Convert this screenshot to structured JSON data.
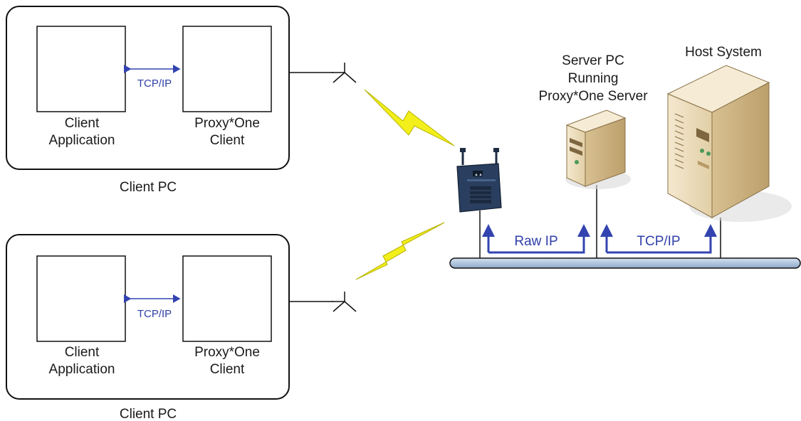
{
  "client_pcs": [
    {
      "app_label_1": "Client",
      "app_label_2": "Application",
      "proxy_label_1": "Proxy*One",
      "proxy_label_2": "Client",
      "link_label": "TCP/IP",
      "pc_label": "Client PC"
    },
    {
      "app_label_1": "Client",
      "app_label_2": "Application",
      "proxy_label_1": "Proxy*One",
      "proxy_label_2": "Client",
      "link_label": "TCP/IP",
      "pc_label": "Client PC"
    }
  ],
  "server": {
    "label_1": "Server PC",
    "label_2": "Running",
    "label_3": "Proxy*One Server"
  },
  "host": {
    "label": "Host System"
  },
  "network": {
    "raw_ip_label": "Raw IP",
    "tcp_ip_label": "TCP/IP"
  },
  "colors": {
    "arrow_blue": "#3344b0",
    "lightning_yellow": "#f2ef1a",
    "bus_fill": "#aec3dc",
    "access_point": "#2a3f5f"
  }
}
